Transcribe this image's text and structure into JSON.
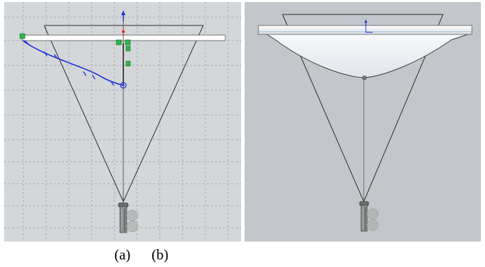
{
  "figure": {
    "caption_a": "(a)",
    "caption_b": "(b)"
  },
  "panel_a": {
    "view": "sketch",
    "background_color": "#d3d7da",
    "grid": true,
    "curve_color": "#1e2fd6",
    "relation_marker_color": "#2db84a",
    "icons": [
      "origin-axis-icon",
      "relation-marker-icon",
      "projector-icon"
    ]
  },
  "panel_b": {
    "view": "shaded-model",
    "background_color": "#c3c7cb",
    "icons": [
      "origin-triad-icon",
      "projector-icon"
    ]
  }
}
